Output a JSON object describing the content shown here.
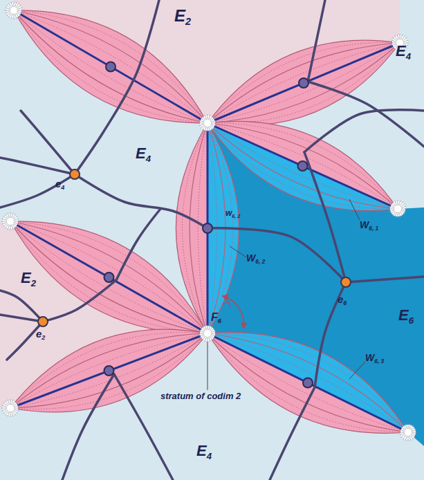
{
  "diagram": {
    "labels": [
      "E2",
      "E4",
      "e4",
      "E4",
      "w6, 2",
      "W6, 1",
      "E2",
      "W6, 2",
      "e6",
      "E6",
      "F6",
      "e2",
      "W6, 3",
      "stratum of codim 2",
      "E4"
    ]
  }
}
